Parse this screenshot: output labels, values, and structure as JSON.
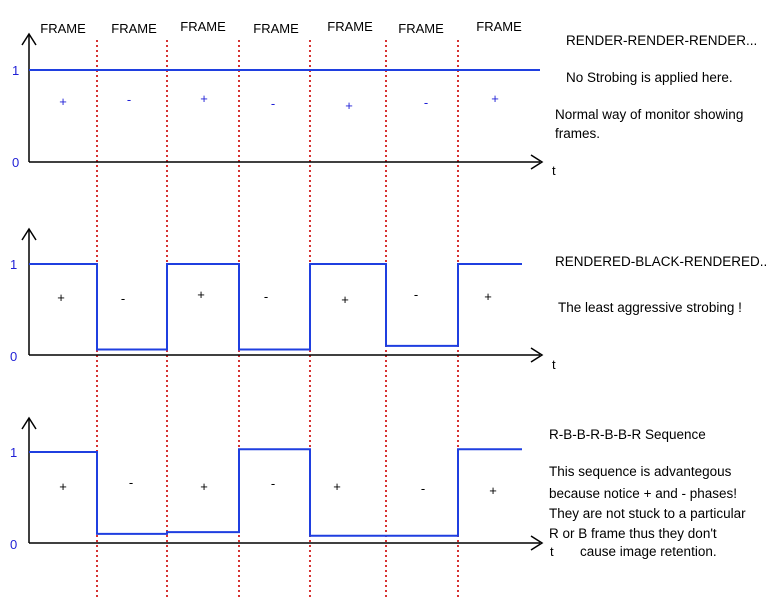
{
  "frame_labels": [
    "FRAME",
    "FRAME",
    "FRAME",
    "FRAME",
    "FRAME",
    "FRAME",
    "FRAME"
  ],
  "axis": {
    "y_high": "1",
    "y_low": "0",
    "t_label": "t"
  },
  "colors": {
    "signal": "#1f3fe0",
    "divider": "#cc0000",
    "axis": "#000000"
  },
  "panels": [
    {
      "id": "render",
      "signs": [
        "+",
        "-",
        "+",
        "-",
        "+",
        "-",
        "+"
      ],
      "signal_levels": [
        1,
        1,
        1,
        1,
        1,
        1,
        1
      ],
      "notes": {
        "title": "RENDER-RENDER-RENDER...",
        "lines": [
          "No Strobing is applied here.",
          "",
          "Normal way of monitor showing",
          "frames."
        ]
      }
    },
    {
      "id": "rendered-black",
      "signs": [
        "+",
        "-",
        "+",
        "-",
        "+",
        "-",
        "+"
      ],
      "signal_levels": [
        1,
        0.06,
        1,
        0.06,
        1,
        0.1,
        1
      ],
      "notes": {
        "title": "RENDERED-BLACK-RENDERED...",
        "lines": [
          "The least aggressive strobing !"
        ]
      }
    },
    {
      "id": "rbbr-sequence",
      "signs": [
        "+",
        "-",
        "+",
        "-",
        "+",
        "-",
        "+"
      ],
      "signal_levels": [
        1,
        0.1,
        0.12,
        1.03,
        0.08,
        0.08,
        1.03
      ],
      "notes": {
        "title": "R-B-B-R-B-B-R Sequence",
        "lines": [
          "This sequence is advantegous",
          "because notice + and - phases!",
          "They are not stuck to a particular",
          "R or B frame thus they don't",
          "cause image retention."
        ]
      }
    }
  ]
}
